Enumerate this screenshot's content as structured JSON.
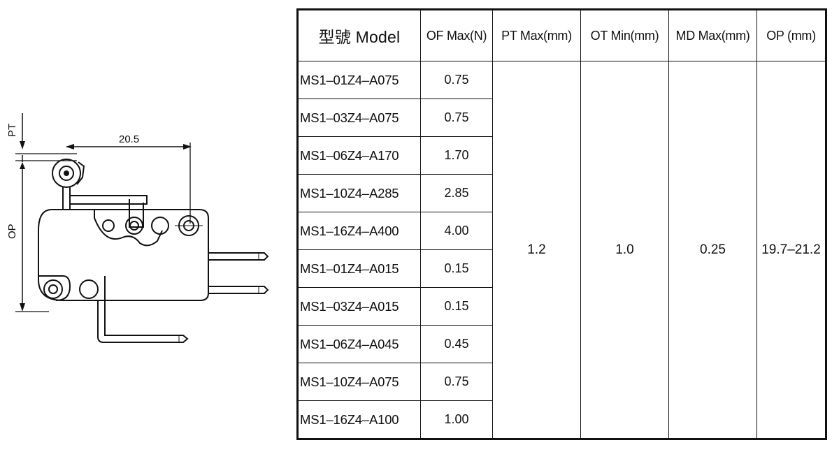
{
  "drawing": {
    "dim_top": "20.5",
    "label_pt": "PT",
    "label_op": "OP"
  },
  "table": {
    "headers": [
      "型號 Model",
      "OF Max(N)",
      "PT Max(mm)",
      "OT Min(mm)",
      "MD Max(mm)",
      "OP (mm)"
    ],
    "rows": [
      {
        "model": "MS1–01Z4–A075",
        "of": "0.75"
      },
      {
        "model": "MS1–03Z4–A075",
        "of": "0.75"
      },
      {
        "model": "MS1–06Z4–A170",
        "of": "1.70"
      },
      {
        "model": "MS1–10Z4–A285",
        "of": "2.85"
      },
      {
        "model": "MS1–16Z4–A400",
        "of": "4.00"
      },
      {
        "model": "MS1–01Z4–A015",
        "of": "0.15"
      },
      {
        "model": "MS1–03Z4–A015",
        "of": "0.15"
      },
      {
        "model": "MS1–06Z4–A045",
        "of": "0.45"
      },
      {
        "model": "MS1–10Z4–A075",
        "of": "0.75"
      },
      {
        "model": "MS1–16Z4–A100",
        "of": "1.00"
      }
    ],
    "pt": "1.2",
    "ot": "1.0",
    "md": "0.25",
    "op": "19.7–21.2"
  }
}
